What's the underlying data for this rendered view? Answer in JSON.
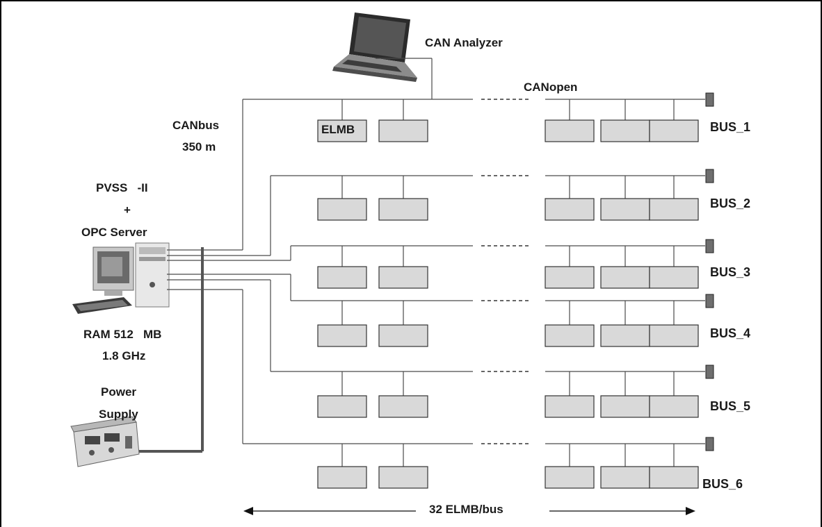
{
  "labels": {
    "can_analyzer": "CAN Analyzer",
    "canopen": "CANopen",
    "canbus": "CANbus",
    "canbus_length": "350 m",
    "pvss": "PVSS   -II",
    "plus": "+",
    "opc_server": "OPC Server",
    "ram": "RAM 512   MB",
    "cpu": "1.8 GHz",
    "power": "Power",
    "supply": "Supply",
    "elmb": "ELMB",
    "elmb_per_bus": "32 ELMB/bus"
  },
  "buses": [
    {
      "name": "BUS_1"
    },
    {
      "name": "BUS_2"
    },
    {
      "name": "BUS_3"
    },
    {
      "name": "BUS_4"
    },
    {
      "name": "BUS_5"
    },
    {
      "name": "BUS_6"
    }
  ],
  "colors": {
    "node_fill": "#d9d9d9",
    "line": "#4a4a4a",
    "terminator": "#6e6e6e",
    "text": "#1a1a1a"
  },
  "icons": {
    "laptop": "laptop-icon",
    "pc": "desktop-computer-icon",
    "psu": "power-supply-icon"
  }
}
